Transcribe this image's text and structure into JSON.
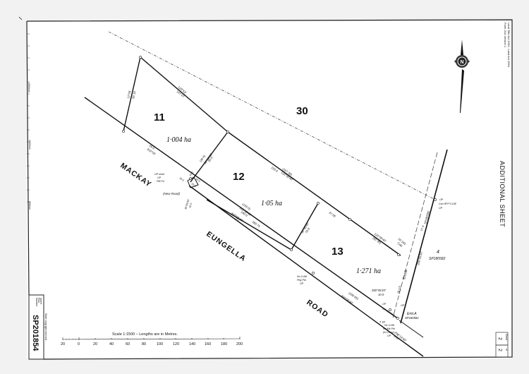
{
  "plan": {
    "plan_number": "SP201854",
    "insert_label": [
      "Insert",
      "Plan",
      "Number"
    ],
    "copyright": "State copyright reserved",
    "header_note": "Land Title Act 1994 ; Land Act 1994",
    "form_note": "Form 21A Version 1",
    "sheet_title": "ADDITIONAL SHEET",
    "sheet_label": "Sheet",
    "sheet_number": "2",
    "sheet_of_label": "of",
    "sheet_total": "2",
    "north_label": "N",
    "frame_scale_left_1": "1500mm",
    "frame_scale_left_2": "1000mm",
    "frame_scale_left_3": "500mm"
  },
  "lots": [
    {
      "id": "11",
      "area": "1·004 ha"
    },
    {
      "id": "12",
      "area": "1·05 ha"
    },
    {
      "id": "13",
      "area": "1·271 ha"
    },
    {
      "id": "30",
      "area": ""
    },
    {
      "id": "4",
      "plan": "SP180582"
    }
  ],
  "roads": {
    "mackay": "MACKAY",
    "eungella": "EUNGELLA",
    "road": "ROAD",
    "new_road": "(New Road)"
  },
  "dimensions": {
    "lot11_west_bearing": "12°06'",
    "lot11_west_length": "82·19",
    "lot11_north_bearing": "120°53'",
    "lot11_north_length": "147·07",
    "lot11_road_length": "29·0",
    "lot11_road_bearing": "310°53'",
    "lot11_12_bearing": "30°58'40\"",
    "lot11_12_orig": "(36·0)",
    "lot11_12_length": "20·0",
    "lot12_north_length": "150·0",
    "lot12_north_bearing": "120°58'40\"",
    "lot12_north_orig": "(167·36)",
    "lot12_south_orig": "(150·0)",
    "lot12_south_bearing": "120°58'40\"",
    "lot12_south_length": "140·0",
    "road_bearing": "300°58'40\"",
    "road_length": "180·75",
    "road_width": "5·7",
    "lot12_13_bearing": "30°58'40\"",
    "lot12_13_length": "70·0",
    "lot13_north_length": "37·06",
    "lot13_east_bearing": "120°58'40\"",
    "lot13_east_orig": "(92·36)",
    "lot13_corner_length": "10·165",
    "lot13_corner_note": "Calc",
    "lot13_road_orig": "(108·85)",
    "lot13_road_bearing": "300°58'40\"",
    "lot13_sw_bearing": "280°05'20\"",
    "lot13_sw_length": "10·0",
    "esmt_b_width": "(8·12)",
    "esmt_b_label": "Emt.B",
    "esmt_b_length": "77·4",
    "esmt_b_plan": "SP180582",
    "esmt_b_bearing": "200°05'20\"",
    "corner_bl_length": "7·27",
    "corner_bl_bearing": "298°14'40\"",
    "corner_bl_dist": "6·67",
    "small_dim_1": "26·5",
    "small_dim_2": "10·0",
    "small_dim_3": "10·0",
    "small_dim_4": "20·0",
    "sw_bearing": "30°58'40\"",
    "sw_length": "10·0"
  },
  "marks": {
    "op_reset": "OP reset",
    "op": "OP",
    "pm_fd": "PM Fd",
    "no_om": "No O.Mk",
    "peg_pld": "Peg Pld",
    "op_can": "Can RFP 0.15E",
    "op_renewd": "OP Renewd",
    "no_mk_pld": "No Mk Pld",
    "in_dway": "(in D'way)",
    "esmt_a": "Emt.A",
    "esmt_a_plan": "SP180582"
  },
  "scale_bar": {
    "title": "Scale 1:1500 – Lengths are in Metres.",
    "ticks": [
      "20",
      "0",
      "20",
      "40",
      "60",
      "80",
      "100",
      "120",
      "140",
      "160",
      "180",
      "200"
    ]
  }
}
